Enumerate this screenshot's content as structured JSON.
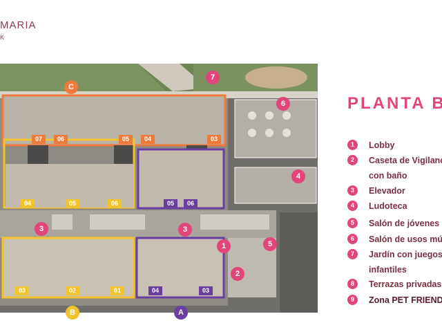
{
  "brand": {
    "name": "MARIA",
    "sub": "K"
  },
  "legend": {
    "title": "PLANTA B",
    "items": [
      {
        "num": "1",
        "label": "Lobby",
        "label2": ""
      },
      {
        "num": "2",
        "label": "Caseta de Vigilancia",
        "label2": "con baño"
      },
      {
        "num": "3",
        "label": "Elevador",
        "label2": ""
      },
      {
        "num": "4",
        "label": "Ludoteca",
        "label2": ""
      },
      {
        "num": "5",
        "label": "Salón de jóvenes",
        "label2": ""
      },
      {
        "num": "6",
        "label": "Salón de usos múltiples",
        "label2": ""
      },
      {
        "num": "7",
        "label": "Jardín con juegos",
        "label2": "infantiles"
      },
      {
        "num": "8",
        "label": "Terrazas privadas",
        "label2": ""
      },
      {
        "num": "9",
        "label": "Zona PET FRIENDLY",
        "label2": ""
      }
    ]
  },
  "plan": {
    "towers": {
      "c": "C",
      "b": "B",
      "a": "A"
    },
    "amenity_markers": {
      "m7": "7",
      "m6": "6",
      "m4": "4",
      "m3a": "3",
      "m3b": "3",
      "m1": "1",
      "m2": "2",
      "m5": "5"
    },
    "units_c": [
      "07",
      "06",
      "05",
      "04",
      "03"
    ],
    "units_upper": [
      "04",
      "05",
      "06",
      "05",
      "06"
    ],
    "units_b": [
      "03",
      "02",
      "01"
    ],
    "units_a": [
      "04",
      "03"
    ],
    "colors": {
      "tower_c": "#f07a3a",
      "tower_b": "#f2c32b",
      "tower_a": "#6a3fa0",
      "accent": "#e2457a",
      "text": "#7a2f42"
    }
  }
}
